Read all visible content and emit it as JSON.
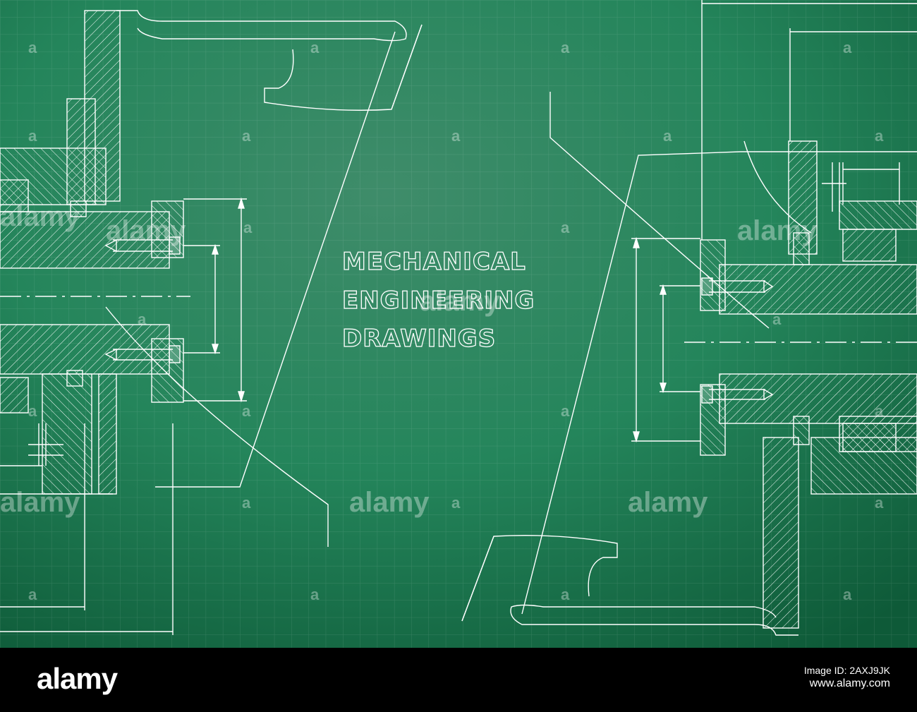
{
  "title": {
    "line1": "MECHANICAL",
    "line2": "ENGINEERING",
    "line3": "DRAWINGS"
  },
  "watermark": {
    "text": "alamy",
    "small": "a"
  },
  "footer": {
    "logo": "alamy",
    "image_id_label": "Image ID: 2AXJ9JK",
    "site": "www.alamy.com"
  },
  "colors": {
    "background": "#1f7a55",
    "line": "#ffffff",
    "footer": "#000000"
  }
}
